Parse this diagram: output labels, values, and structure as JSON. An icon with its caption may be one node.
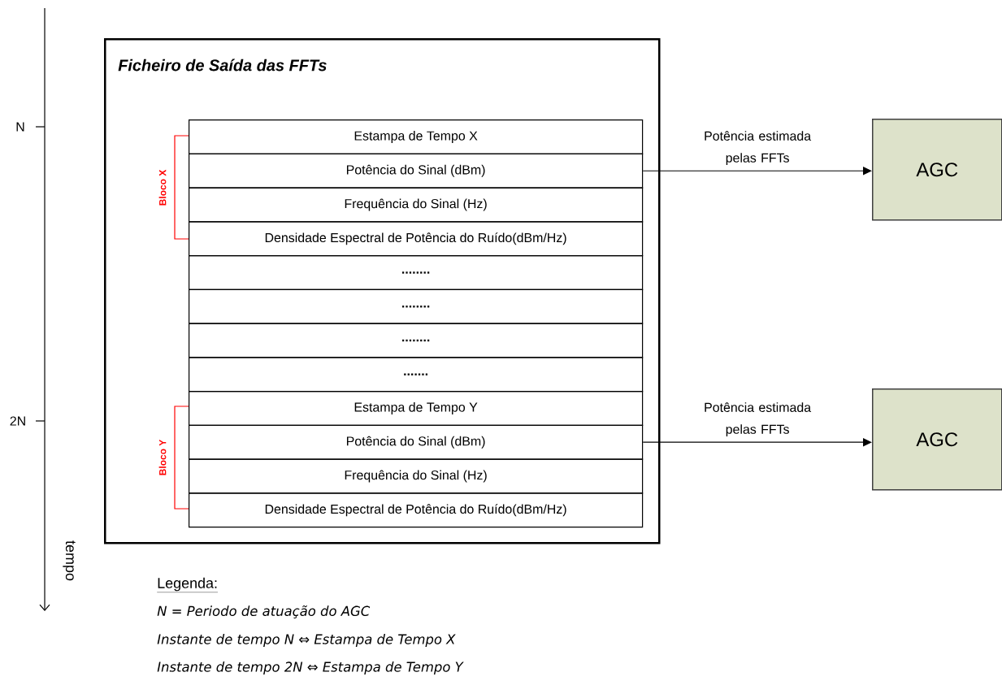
{
  "diagram": {
    "nodes": [
      {
        "text": [
          "Ficheiro de Saída das FFTs"
        ]
      },
      {
        "text": [
          "Estampa de Tempo X"
        ],
        "in": 0
      },
      {
        "text": [
          "Potência do Sinal (dBm)"
        ],
        "in": 0
      },
      {
        "text": [
          "Frequência do Sinal (Hz)"
        ],
        "in": 0
      },
      {
        "text": [
          "Densidade Espectral de Potência do Ruído(dBm/Hz)"
        ],
        "in": 0
      },
      {
        "text": [
          "........"
        ],
        "in": 0
      },
      {
        "text": [
          "........"
        ],
        "in": 0
      },
      {
        "text": [
          "........"
        ],
        "in": 0
      },
      {
        "text": [
          "......."
        ],
        "in": 0
      },
      {
        "text": [
          "Estampa de Tempo Y"
        ],
        "in": 0
      },
      {
        "text": [
          "Potência do Sinal (dBm)"
        ],
        "in": 0
      },
      {
        "text": [
          "Frequência do Sinal (Hz)"
        ],
        "in": 0
      },
      {
        "text": [
          "Densidade Espectral de Potência do Ruído(dBm/Hz)"
        ],
        "in": 0
      },
      {
        "text": [
          "AGC"
        ]
      },
      {
        "text": [
          "AGC"
        ]
      }
    ],
    "edges": [
      {
        "from": 2,
        "to": 13,
        "arrow": "to",
        "label": "Potência estimada pelas FFTs"
      },
      {
        "from": 10,
        "to": 14,
        "arrow": "to",
        "label": "Potência estimada pelas FFTs"
      }
    ],
    "labels": [
      "N",
      "Bloco X",
      "2N",
      "Bloco Y",
      "tempo",
      "Legenda:",
      "N = Periodo de atuação do AGC",
      "Instante de tempo N ⇔ Estampa de Tempo X",
      "Instante de tempo 2N ⇔ Estampa de Tempo Y"
    ]
  }
}
